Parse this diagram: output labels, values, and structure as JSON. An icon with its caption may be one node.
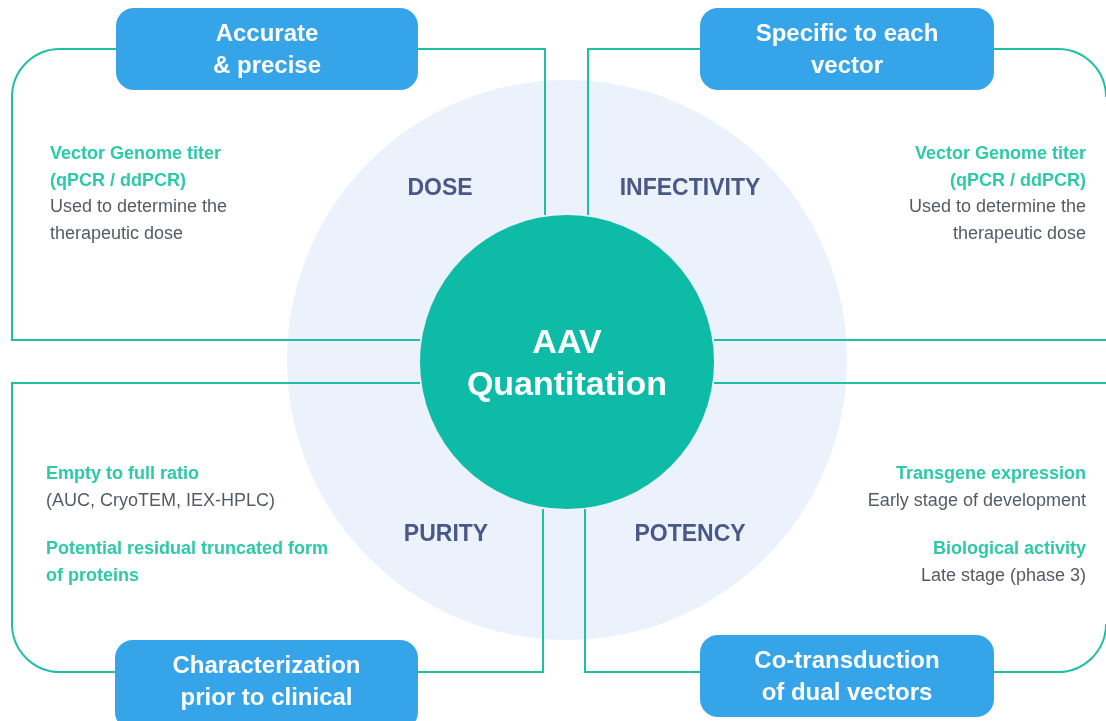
{
  "diagram": {
    "nodes": [
      {
        "text": [
          "Accurate & precise"
        ]
      },
      {
        "text": [
          "Vector Genome titer (qPCR / ddPCR)",
          "Used to determine the therapeutic dose"
        ]
      },
      {
        "text": [
          "Specific to each vector"
        ]
      },
      {
        "text": [
          "Vector Genome titer (qPCR / ddPCR)",
          "Used to determine the therapeutic dose"
        ]
      },
      {
        "text": [
          "AAV Quantitation"
        ]
      },
      {
        "text": [
          "Empty to full ratio",
          "(AUC, CryoTEM, IEX-HPLC)",
          "Potential residual truncated form of proteins"
        ]
      },
      {
        "text": [
          "Characterization prior to clinical"
        ]
      },
      {
        "text": [
          "Transgene expression",
          "Early stage of development",
          "Biological activity",
          "Late stage (phase 3)"
        ]
      },
      {
        "text": [
          "Co-transduction of dual vectors"
        ]
      }
    ],
    "labels": [
      "DOSE",
      "INFECTIVITY",
      "PURITY",
      "POTENCY"
    ]
  }
}
